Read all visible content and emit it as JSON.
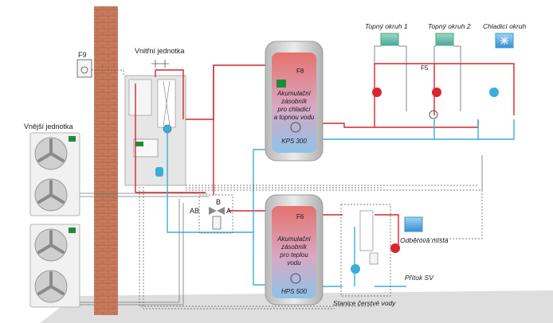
{
  "labels": {
    "outdoor_unit": "Vnější jednotka",
    "indoor_unit": "Vnitřní jednotka",
    "f9": "F9",
    "f8": "F8",
    "f6": "F6",
    "f5": "F5",
    "heating_circuit_1": "Topný okruh 1",
    "heating_circuit_2": "Topný okruh 2",
    "cooling_circuit": "Chladicí okruh",
    "tank_upper_l1": "Akumulační",
    "tank_upper_l2": "zásobník",
    "tank_upper_l3": "pro chladicí",
    "tank_upper_l4": "a topnou vodu",
    "tank_upper_model": "KPS 300",
    "tank_lower_l1": "Akumulační",
    "tank_lower_l2": "zásobník",
    "tank_lower_l3": "pro teplou",
    "tank_lower_l4": "vodu",
    "tank_lower_model": "HPS 500",
    "valve_ab": "AB",
    "valve_a": "A",
    "valve_b": "B",
    "taps": "Odběrová místa",
    "cold_water_inlet": "Přítok SV",
    "fresh_water_station": "Stanice čerstvé vody"
  },
  "colors": {
    "hot_pipe": "#d9262c",
    "cold_pipe": "#3aaed8",
    "wall": "#c8785a",
    "tank_red": "#e5726d",
    "tank_blue": "#8ec3e8",
    "brand_green": "#1f8a3a",
    "floor": "#dcdcdc"
  }
}
